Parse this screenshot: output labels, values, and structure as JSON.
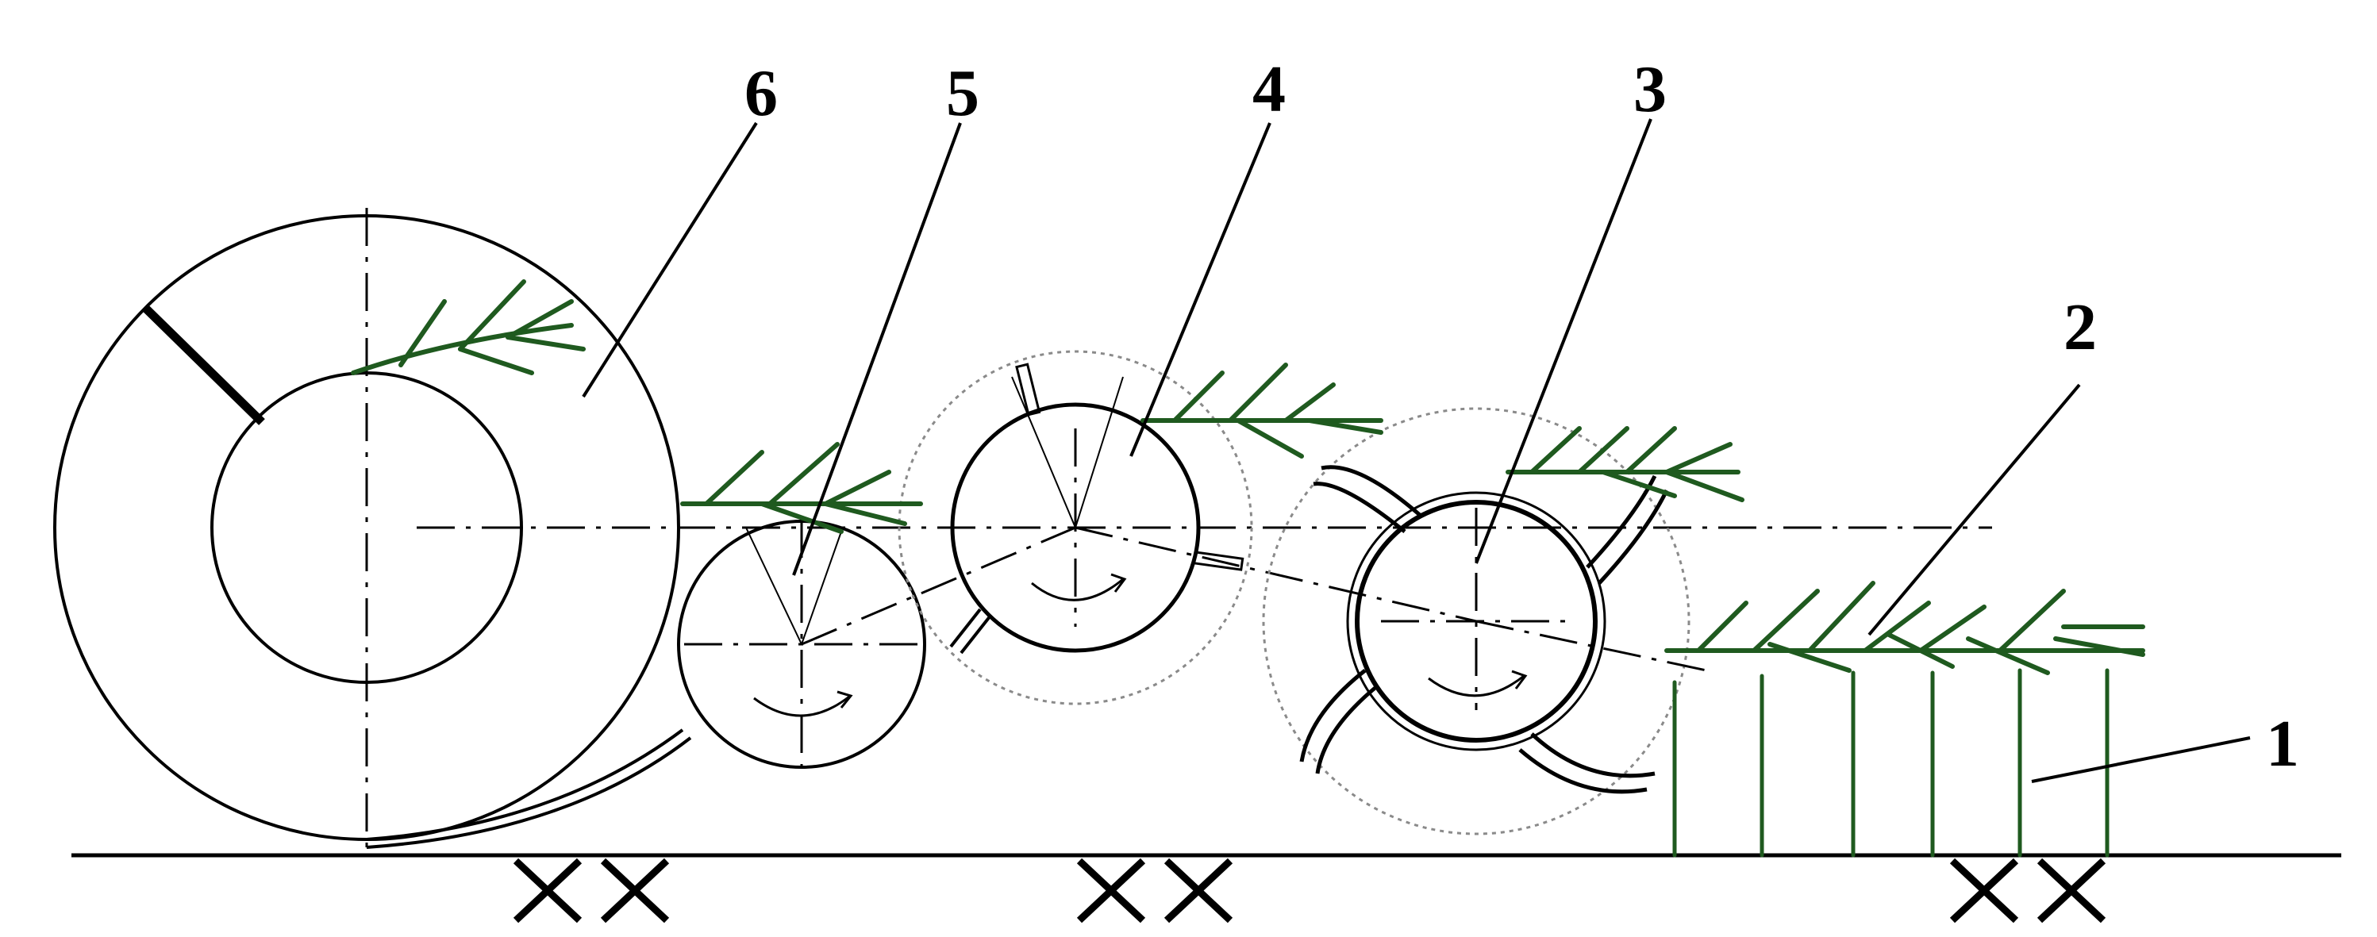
{
  "labels": {
    "l1": "1",
    "l2": "2",
    "l3": "3",
    "l4": "4",
    "l5": "5",
    "l6": "6"
  },
  "colors": {
    "ink": "#000000",
    "plant": "#1f5a1f",
    "dotted": "#8a8a8a",
    "background": "#ffffff"
  }
}
